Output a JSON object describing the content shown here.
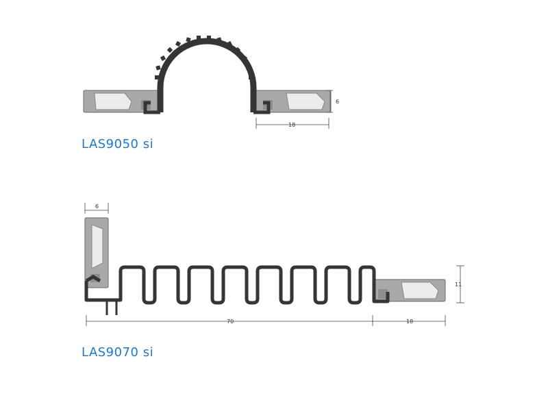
{
  "products": [
    {
      "name": "LAS9050 si",
      "dimensions": {
        "width": "18",
        "height": "6"
      }
    },
    {
      "name": "LAS9070 si",
      "dimensions": {
        "span": "70",
        "width": "18",
        "side": "6",
        "height": "11"
      }
    }
  ],
  "colors": {
    "label": "#1f79c8",
    "profile": "#a9a9a9",
    "seal": "#353535",
    "insert": "#ececec"
  }
}
